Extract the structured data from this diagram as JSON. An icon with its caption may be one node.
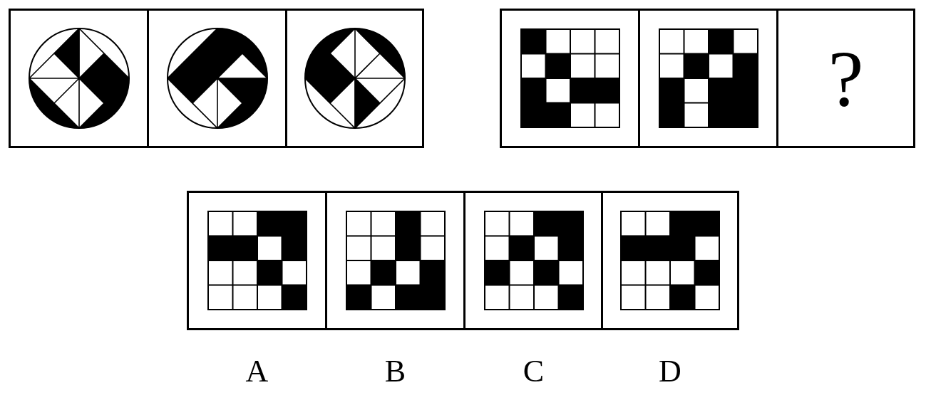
{
  "diagram": {
    "nodes": [
      {
        "text": [],
        "shape": "picture"
      },
      {
        "text": [],
        "shape": "picture"
      },
      {
        "text": [],
        "shape": "picture"
      },
      {
        "text": [],
        "shape": "picture"
      },
      {
        "text": [],
        "shape": "picture"
      },
      {
        "text": [
          "?"
        ]
      },
      {
        "text": [],
        "shape": "picture",
        "beside": [
          "A"
        ]
      },
      {
        "text": [],
        "shape": "picture",
        "beside": [
          "B"
        ]
      },
      {
        "text": [],
        "shape": "picture",
        "beside": [
          "C"
        ]
      },
      {
        "text": [],
        "shape": "picture",
        "beside": [
          "D"
        ]
      }
    ]
  }
}
